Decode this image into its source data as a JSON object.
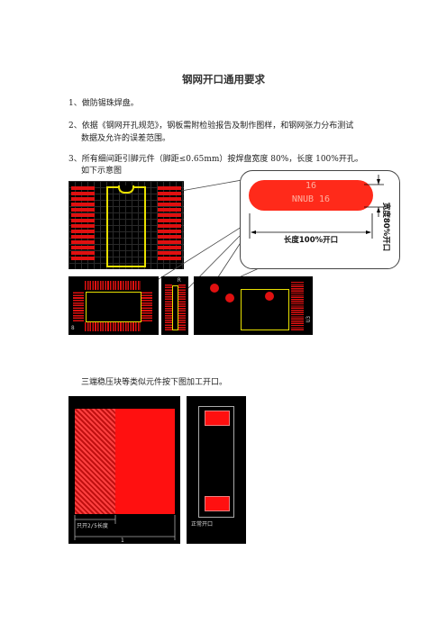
{
  "title": "钢网开口通用要求",
  "items": [
    {
      "num": "1、",
      "text": "做防锡珠焊盘。"
    },
    {
      "num": "2、",
      "text": "依据《钢网开孔规范》，钢板需附检验报告及制作图样，和钢网张力分布测试",
      "cont": "数据及允许的误差范围。"
    },
    {
      "num": "3、",
      "text": "所有细间距引脚元件（脚距≤0.65mm）按焊盘宽度 80%，长度 100%开孔。",
      "cont": "如下示意图"
    }
  ],
  "callout": {
    "pad_line1": "16",
    "pad_line2": "NNUB 16",
    "length_label": "长度100%开口",
    "width_label": "宽度80%开口"
  },
  "fig2": {
    "caption": "三端稳压块等类似元件按下图加工开口。",
    "left_label_short": "只开2/5长度",
    "left_label_long": "1",
    "right_label": "正常开口"
  },
  "pcb_labels": {
    "qfp_left": "8",
    "narrow_top": "R",
    "right_corner": "U3"
  },
  "colors": {
    "pad_red": "#e01010",
    "silk_yellow": "#e8e000",
    "board_black": "#000000"
  }
}
